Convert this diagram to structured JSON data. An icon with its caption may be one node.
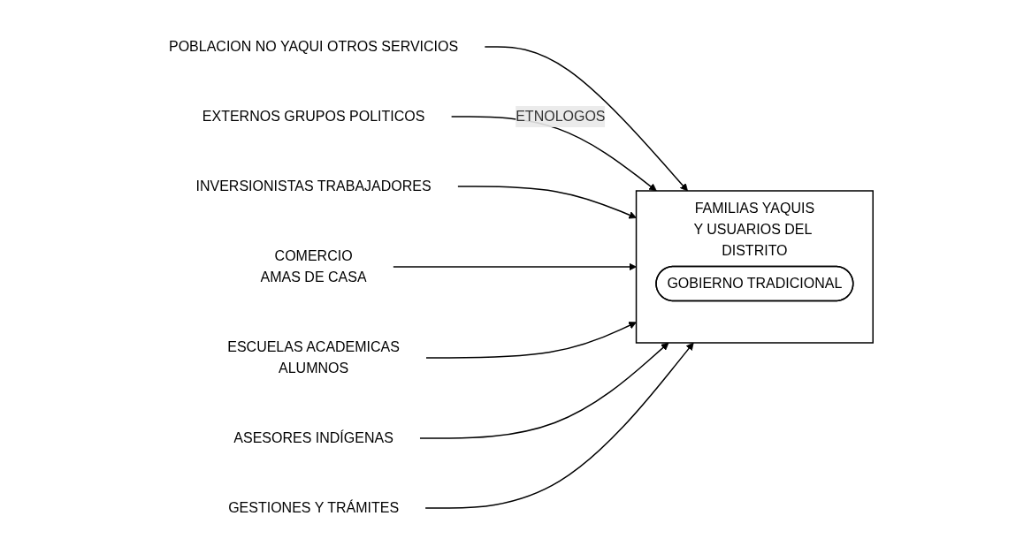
{
  "diagram": {
    "nodes": [
      {
        "text": [
          "FAMILIAS YAQUIS",
          "Y USUARIOS DEL DISTRITO"
        ]
      },
      {
        "text": [
          "GOBIERNO TRADICIONAL"
        ],
        "in": 0
      },
      {
        "text": [
          "POBLACION NO YAQUI OTROS SERVICIOS"
        ]
      },
      {
        "text": [
          "EXTERNOS GRUPOS POLITICOS"
        ]
      },
      {
        "text": [
          "INVERSIONISTAS TRABAJADORES"
        ]
      },
      {
        "text": [
          "COMERCIO",
          "AMAS DE CASA"
        ]
      },
      {
        "text": [
          "ESCUELAS ACADEMICAS",
          "ALUMNOS"
        ]
      },
      {
        "text": [
          "ASESORES INDÍGENAS"
        ]
      },
      {
        "text": [
          "GESTIONES Y TRÁMITES"
        ]
      }
    ],
    "edges": [
      {
        "from": 2,
        "to": 0,
        "arrow": "to"
      },
      {
        "from": 3,
        "to": 0,
        "arrow": "to",
        "label": "ETNOLOGOS"
      },
      {
        "from": 4,
        "to": 0,
        "arrow": "to"
      },
      {
        "from": 5,
        "to": 0,
        "arrow": "to"
      },
      {
        "from": 6,
        "to": 0,
        "arrow": "to"
      },
      {
        "from": 7,
        "to": 0,
        "arrow": "to"
      },
      {
        "from": 8,
        "to": 0,
        "arrow": "to"
      }
    ]
  }
}
